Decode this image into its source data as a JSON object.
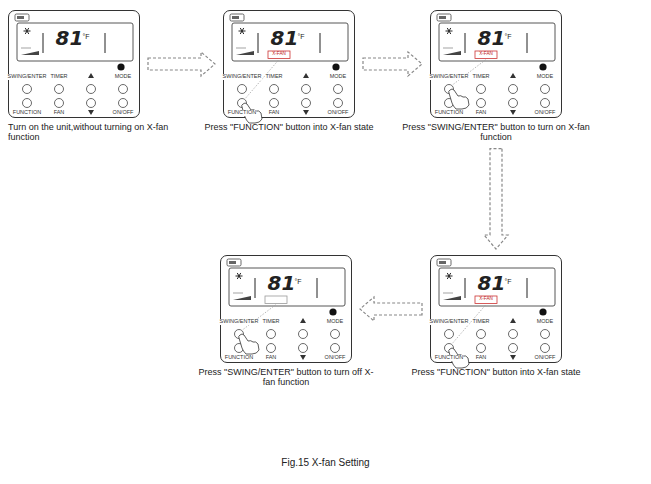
{
  "diagram": {
    "caption": "Fig.15 X-fan Setting",
    "nodes": [
      {
        "text": [
          "Turn on the unit,without turning on X-fan function"
        ]
      },
      {
        "text": [
          "Press \"FUNCTION\" button into X-fan state"
        ]
      },
      {
        "text": [
          "Press \"SWING/ENTER\" button to turn on X-fan function"
        ]
      },
      {
        "text": [
          "Press \"SWING/ENTER\" button to turn off X-fan function"
        ]
      },
      {
        "text": [
          "Press \"FUNCTION\" button into X-fan state"
        ]
      }
    ],
    "edges": [
      {
        "from": 0,
        "to": 1,
        "arrow": "to"
      },
      {
        "from": 1,
        "to": 2,
        "arrow": "to"
      },
      {
        "from": 2,
        "to": 4,
        "arrow": "to"
      },
      {
        "from": 4,
        "to": 3,
        "arrow": "to"
      }
    ],
    "labels": [
      "81",
      "°F",
      "SWING/ENTER",
      "TIMER",
      "MODE",
      "FUNCTION",
      "FAN",
      "ON/OFF",
      "81",
      "°F",
      "X-FAN",
      "SWING/ENTER",
      "TIMER",
      "MODE",
      "FUNCTION",
      "FAN",
      "ON/OFF",
      "81",
      "°F",
      "X-FAN",
      "SWING/ENTER",
      "TIMER",
      "MODE",
      "FUNCTION",
      "FAN",
      "ON/OFF",
      "81",
      "°F",
      "SWING/ENTER",
      "TIMER",
      "MODE",
      "FUNCTION",
      "FAN",
      "ON/OFF",
      "81",
      "°F",
      "X-FAN",
      "SWING/ENTER",
      "TIMER",
      "MODE",
      "FUNCTION",
      "FAN",
      "ON/OFF"
    ]
  }
}
